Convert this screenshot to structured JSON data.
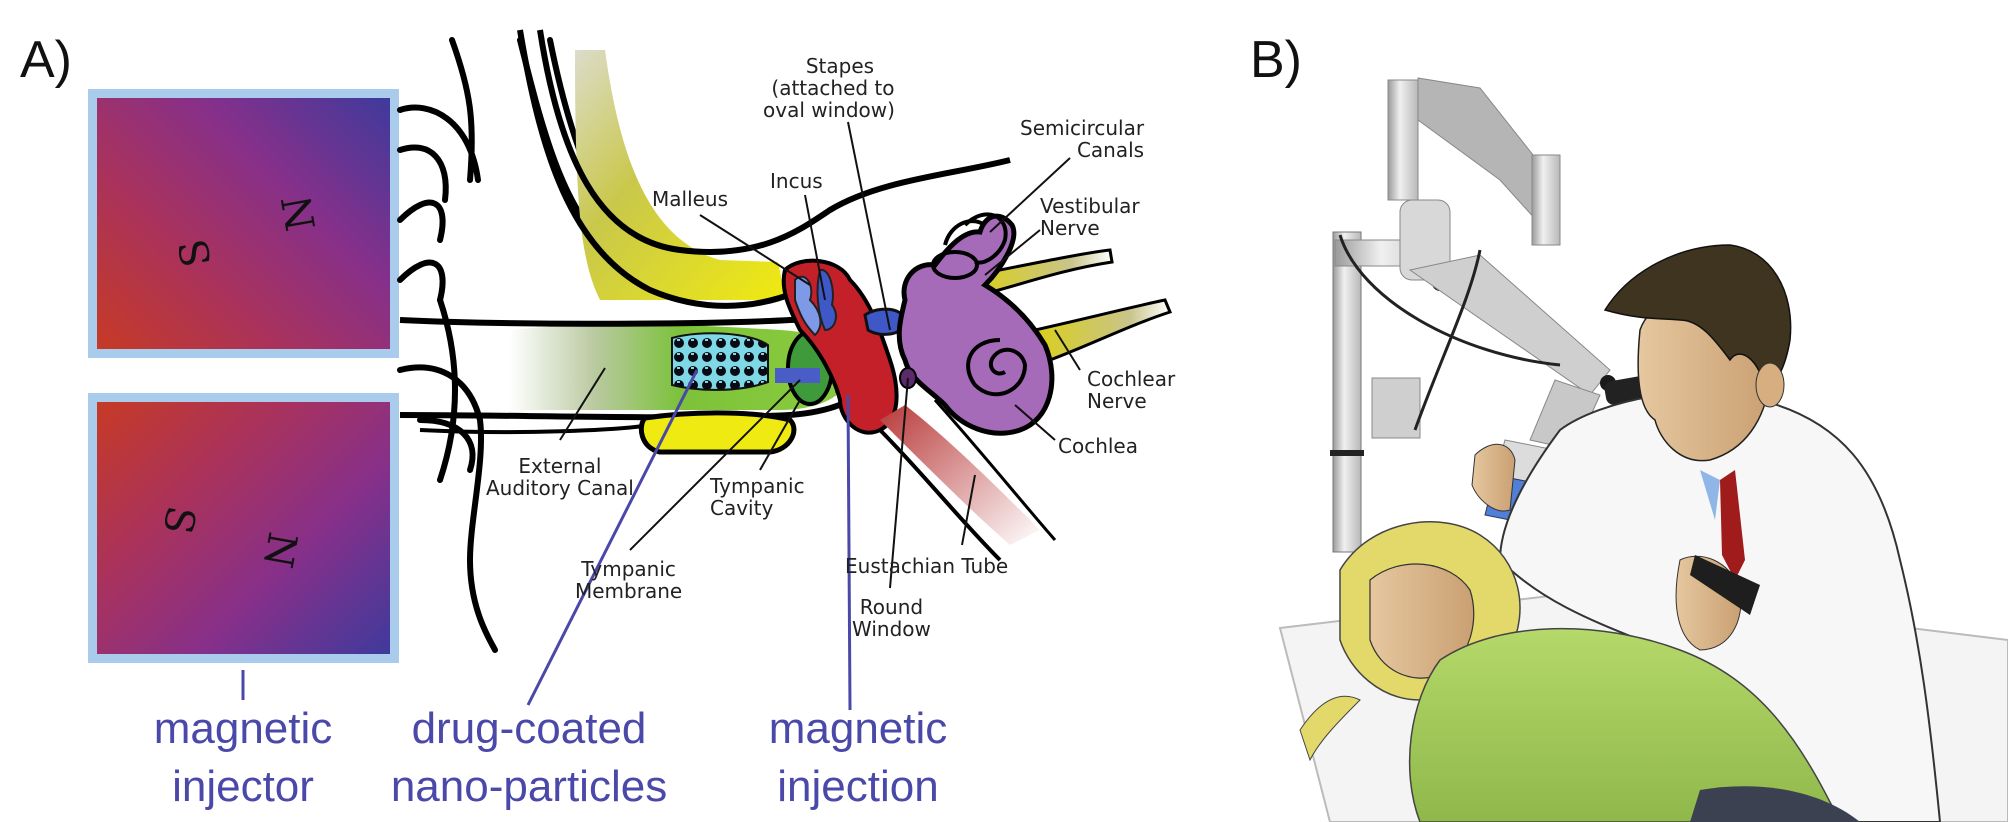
{
  "figure": {
    "panels": [
      {
        "id": "A",
        "label": "A)"
      },
      {
        "id": "B",
        "label": "B)"
      }
    ]
  },
  "magnets": [
    {
      "name": "top-magnet",
      "south": "S",
      "north": "N",
      "gradient": [
        "#c63a25",
        "#8a2f86",
        "#3f3a9c"
      ]
    },
    {
      "name": "bottom-magnet",
      "south": "S",
      "north": "N",
      "gradient": [
        "#c63a25",
        "#8a2f86",
        "#3f3a9c"
      ]
    }
  ],
  "anatomy_labels": {
    "stapes": "Stapes",
    "stapes_note_1": "(attached to",
    "stapes_note_2": "oval window)",
    "malleus": "Malleus",
    "incus": "Incus",
    "semicircular_1": "Semicircular",
    "semicircular_2": "Canals",
    "vestibular_1": "Vestibular",
    "vestibular_2": "Nerve",
    "cochlear_nerve_1": "Cochlear",
    "cochlear_nerve_2": "Nerve",
    "cochlea": "Cochlea",
    "external_1": "External",
    "external_2": "Auditory Canal",
    "tympanic_cavity_1": "Tympanic",
    "tympanic_cavity_2": "Cavity",
    "tympanic_membrane_1": "Tympanic",
    "tympanic_membrane_2": "Membrane",
    "eustachian": "Eustachian Tube",
    "round_window_1": "Round",
    "round_window_2": "Window"
  },
  "callouts": {
    "injector_1": "magnetic",
    "injector_2": "injector",
    "particles_1": "drug-coated",
    "particles_2": "nano-particles",
    "injection_1": "magnetic",
    "injection_2": "injection"
  },
  "colors": {
    "callout_blue": "#4a48a8",
    "magnet_border": "#a9cbec",
    "bone_yellow": "#e8e21a",
    "canal_green": "#7cc23a",
    "ossicle_red": "#c4202a",
    "ossicle_blue": "#3f58c8",
    "inner_ear_purple": "#a66bb8",
    "particles_cyan": "#7fd8e6",
    "coat_white": "#f7f7f7",
    "blanket_green": "#a9cf5c",
    "hair_blond": "#e3d96a",
    "doctor_hair": "#3e3420",
    "skin": "#d7b287",
    "tie_red": "#a01c1c",
    "shirt_blue": "#8fb6e6",
    "microscope_grey": "#c9c9c9",
    "lens_blue": "#4f7fd6"
  }
}
